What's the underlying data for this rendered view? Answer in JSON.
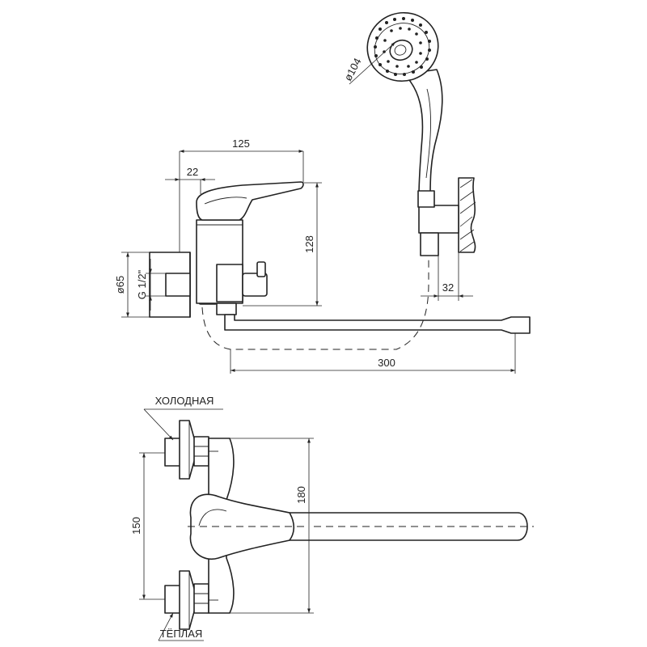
{
  "dimensions": {
    "body_width": "125",
    "handle_offset": "22",
    "body_height": "128",
    "flange_diameter": "ø65",
    "thread": "G 1/2\"",
    "shower_head_diameter": "ø104",
    "holder_offset": "32",
    "spout_length": "300",
    "inlet_spacing": "150",
    "flange_span": "180"
  },
  "labels": {
    "cold": "ХОЛОДНАЯ",
    "warm": "ТЁПЛАЯ"
  },
  "colors": {
    "line": "#222222",
    "background": "#ffffff"
  }
}
